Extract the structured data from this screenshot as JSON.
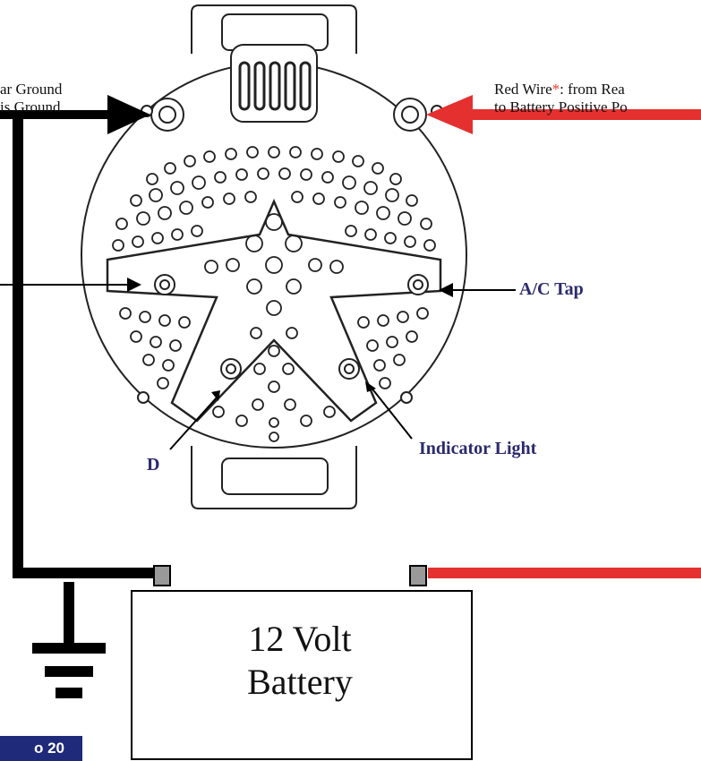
{
  "labels": {
    "left_ground_line1": "ar Ground",
    "left_ground_line2": "is Ground",
    "red_wire_prefix": "Red Wire",
    "red_wire_star": "*",
    "red_wire_rest": ": from Rea",
    "red_wire_line2": "to Battery Positive Po",
    "ac_tap": "A/C Tap",
    "d_terminal": "D",
    "indicator_light": "Indicator Light",
    "battery_line1": "12 Volt",
    "battery_line2": "Battery",
    "page_tab": "o 20"
  },
  "colors": {
    "ground_wire": "#000000",
    "positive_wire": "#e53030",
    "label_accent": "#2b2a6e",
    "tab_bg": "#1f2a7a"
  }
}
